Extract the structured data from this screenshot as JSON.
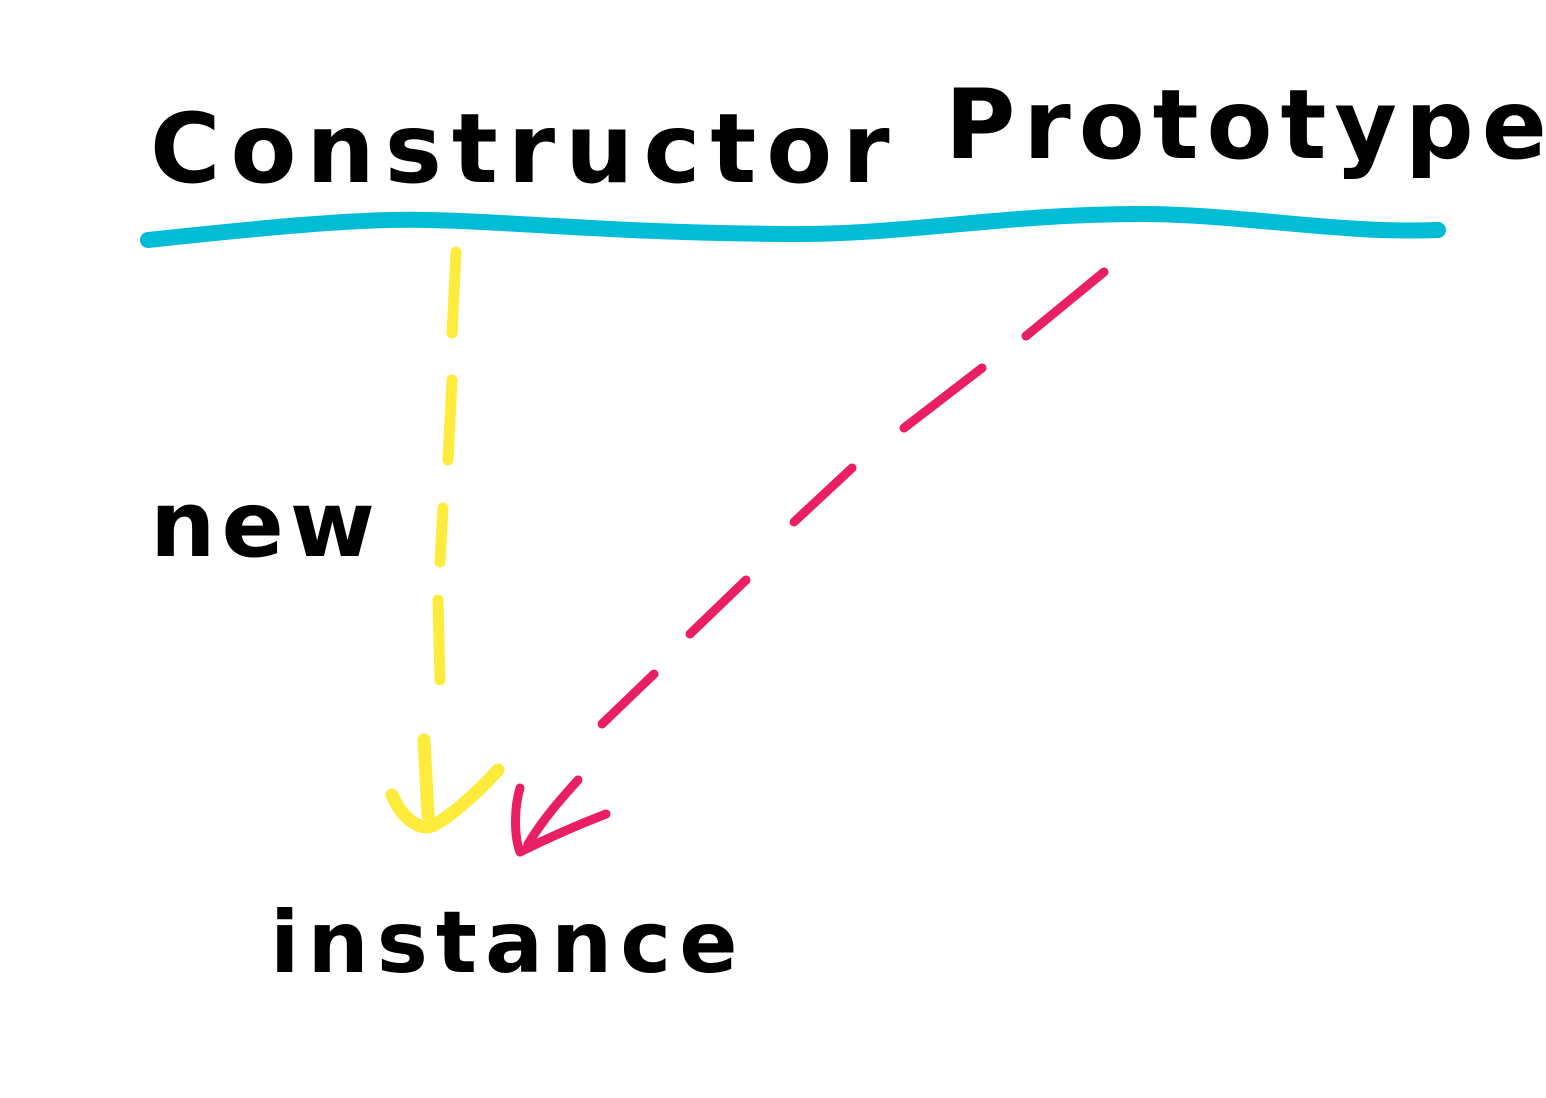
{
  "diagram": {
    "labels": {
      "constructor": "Constructor",
      "prototype": "Prototype",
      "new": "new",
      "instance": "instance"
    },
    "colors": {
      "text": "#000000",
      "divider": "#00BCD4",
      "constructor_arrow": "#FFEB3B",
      "prototype_arrow": "#E91E63",
      "background": "#FFFFFF"
    },
    "edges": [
      {
        "from": "Constructor",
        "to": "instance",
        "style": "dashed",
        "color": "yellow",
        "via": "new"
      },
      {
        "from": "Prototype",
        "to": "instance",
        "style": "dashed",
        "color": "pink"
      }
    ]
  }
}
